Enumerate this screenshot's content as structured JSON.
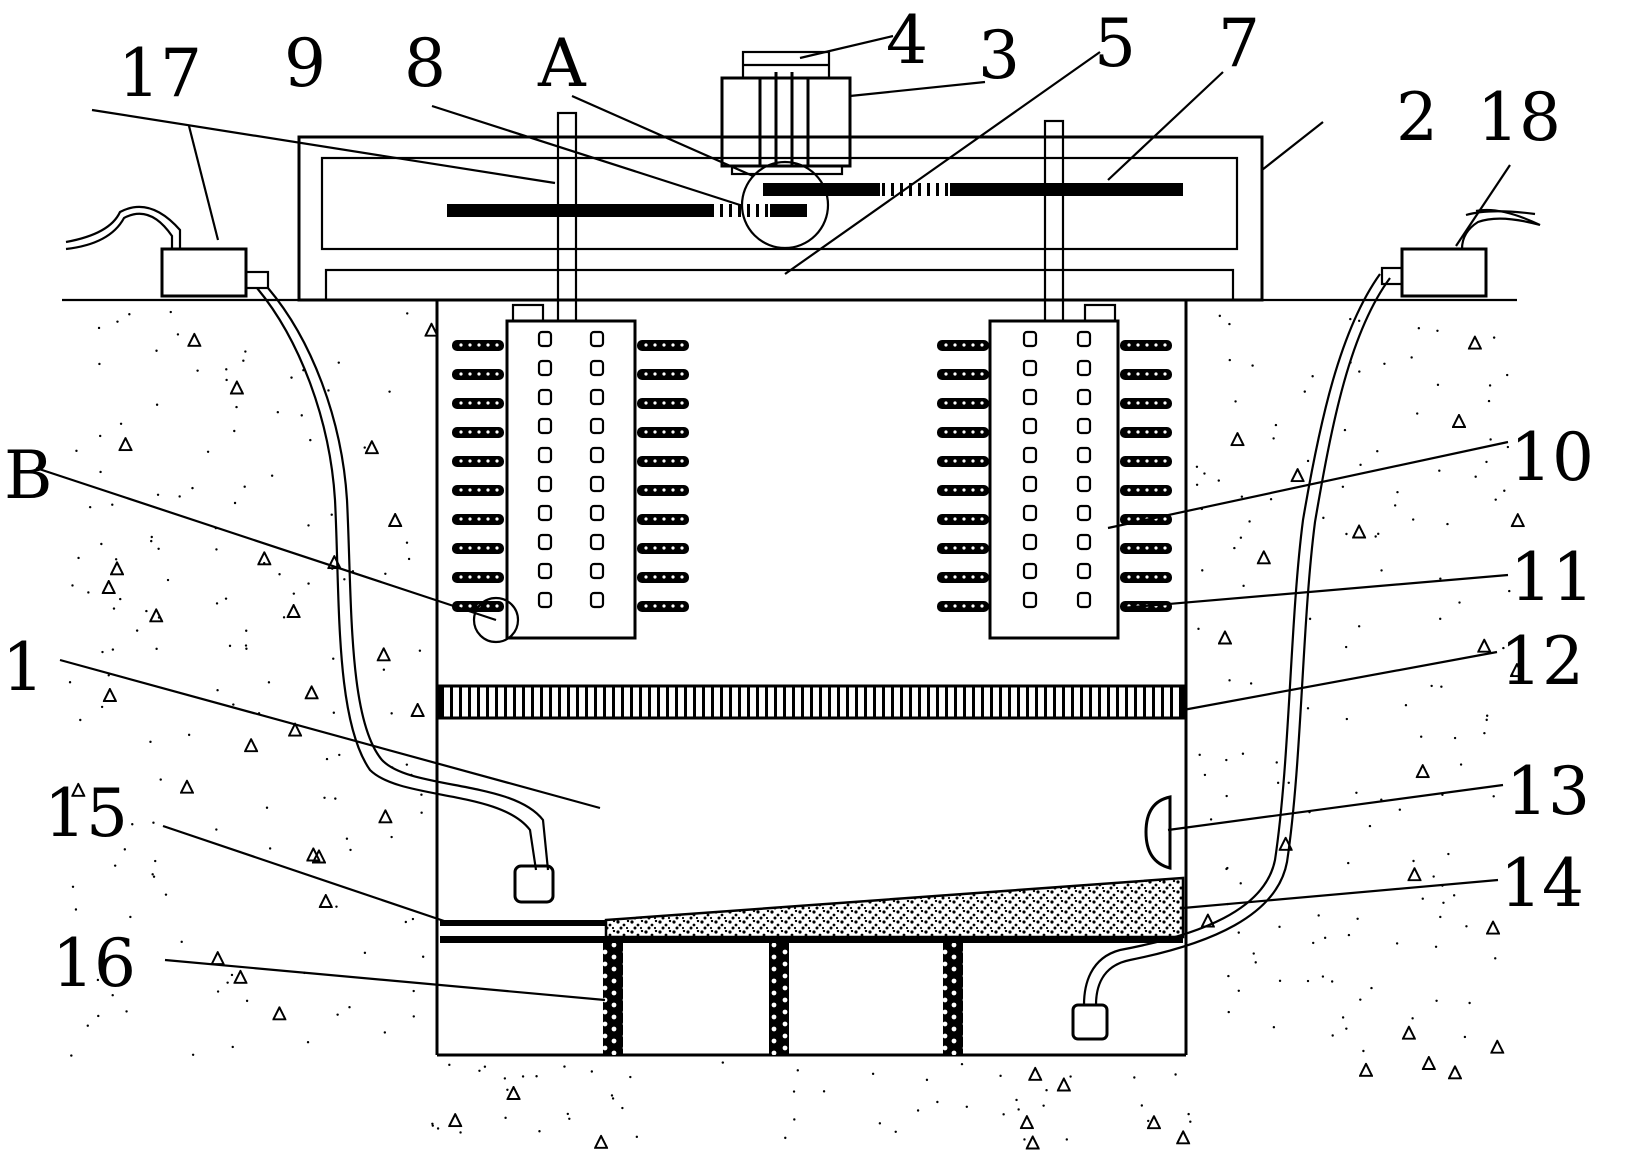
{
  "labels": {
    "l1": "1",
    "l2": "2",
    "l3": "3",
    "l4": "4",
    "l5": "5",
    "l7": "7",
    "l8": "8",
    "l9": "9",
    "l10": "10",
    "l11": "11",
    "l12": "12",
    "l13": "13",
    "l14": "14",
    "l15": "15",
    "l16": "16",
    "l17": "17",
    "l18": "18",
    "lA": "A",
    "lB": "B"
  }
}
